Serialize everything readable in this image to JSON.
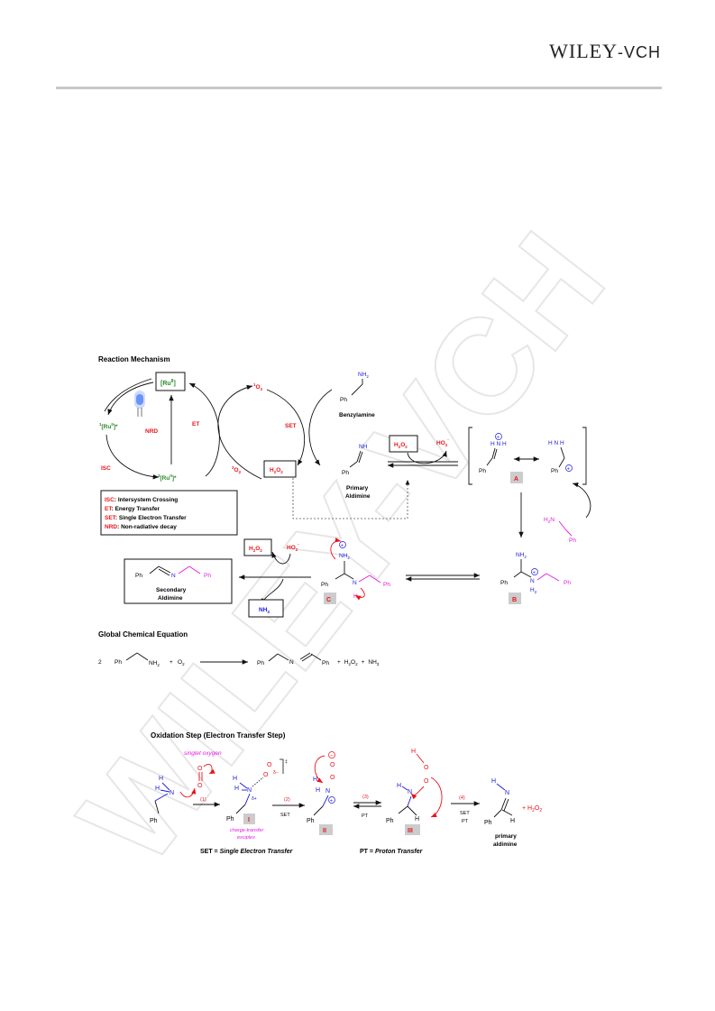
{
  "header": {
    "brand": "WILEY",
    "brand_suffix": "-VCH",
    "watermark": "WILEY-VCH"
  },
  "colors": {
    "red": "#e8141a",
    "green": "#2a8a2a",
    "blue": "#1a1ad6",
    "magenta": "#e21adf",
    "black": "#111111",
    "grey": "#cccccc"
  },
  "mechanism": {
    "title": "Reaction Mechanism",
    "ru_ground": "[Ru",
    "ru_ground_sup": "II",
    "ru_ground_end": "]",
    "ru_singlet_pre": "1",
    "ru_singlet": "[Ru",
    "ru_singlet_sup": "II",
    "ru_singlet_end": "]*",
    "ru_triplet_pre": "3",
    "ru_triplet": "[Ru",
    "ru_triplet_sup": "II",
    "ru_triplet_end": "]*",
    "isc": "ISC",
    "nrd": "NRD",
    "et": "ET",
    "set": "SET",
    "singlet_o2_pre": "1",
    "triplet_o2_pre": "3",
    "o2": "O",
    "o2_sub": "2",
    "h2o2_1": "H",
    "h2o2_1_sub": "2",
    "h2o2_1_o": "O",
    "h2o2_1_sub2": "2",
    "benzylamine": "Benzylamine",
    "nh2": "NH",
    "nh2_sub": "2",
    "ph": "Ph",
    "primary_aldimine_1": "Primary",
    "primary_aldimine_2": "Aldimine",
    "nh": "NH",
    "ho2": "HO",
    "ho2_sub": "2",
    "ho2_sup": "-",
    "label_a": "A",
    "label_b": "B",
    "label_c": "C",
    "secondary_1": "Secondary",
    "secondary_2": "Aldimine",
    "nh3": "NH",
    "nh3_sub": "3",
    "h2n": "H",
    "h2n_sub": "2",
    "h2n_end": "N",
    "legend": [
      {
        "abbr": "ISC",
        "text": ": Intersystem Crossing"
      },
      {
        "abbr": "ET",
        "text": ": Energy Transfer"
      },
      {
        "abbr": "SET",
        "text": ": Single Electron Transfer"
      },
      {
        "abbr": "NRD",
        "text": ": Non-radiative decay"
      }
    ]
  },
  "global": {
    "title": "Global Chemical Equation",
    "coef": "2",
    "plus": "+",
    "o2": "O",
    "o2_sub": "2",
    "h2o2": "H",
    "sub2": "2",
    "o": "O",
    "nh3": "NH",
    "sub3": "3",
    "n": "N"
  },
  "oxidation": {
    "title": "Oxidation Step (Electron Transfer Step)",
    "singlet_oxygen": "singlet oxygen",
    "charge_transfer_1": "charge-transfer",
    "charge_transfer_2": "exciplex",
    "step1": "(1)",
    "step2": "(2)",
    "step3": "(3)",
    "step4": "(4)",
    "set": "SET",
    "pt": "PT",
    "int1": "I",
    "int2": "II",
    "int3": "III",
    "set_def_abbr": "SET = ",
    "set_def": "Single Electron Transfer",
    "pt_def_abbr": "PT = ",
    "pt_def": "Proton Transfer",
    "primary_1": "primary",
    "primary_2": "aldimine",
    "product": "+ H",
    "product_sub": "2",
    "product_o": "O",
    "product_sub2": "2",
    "delta_plus": "δ+",
    "delta_minus": "δ−"
  }
}
